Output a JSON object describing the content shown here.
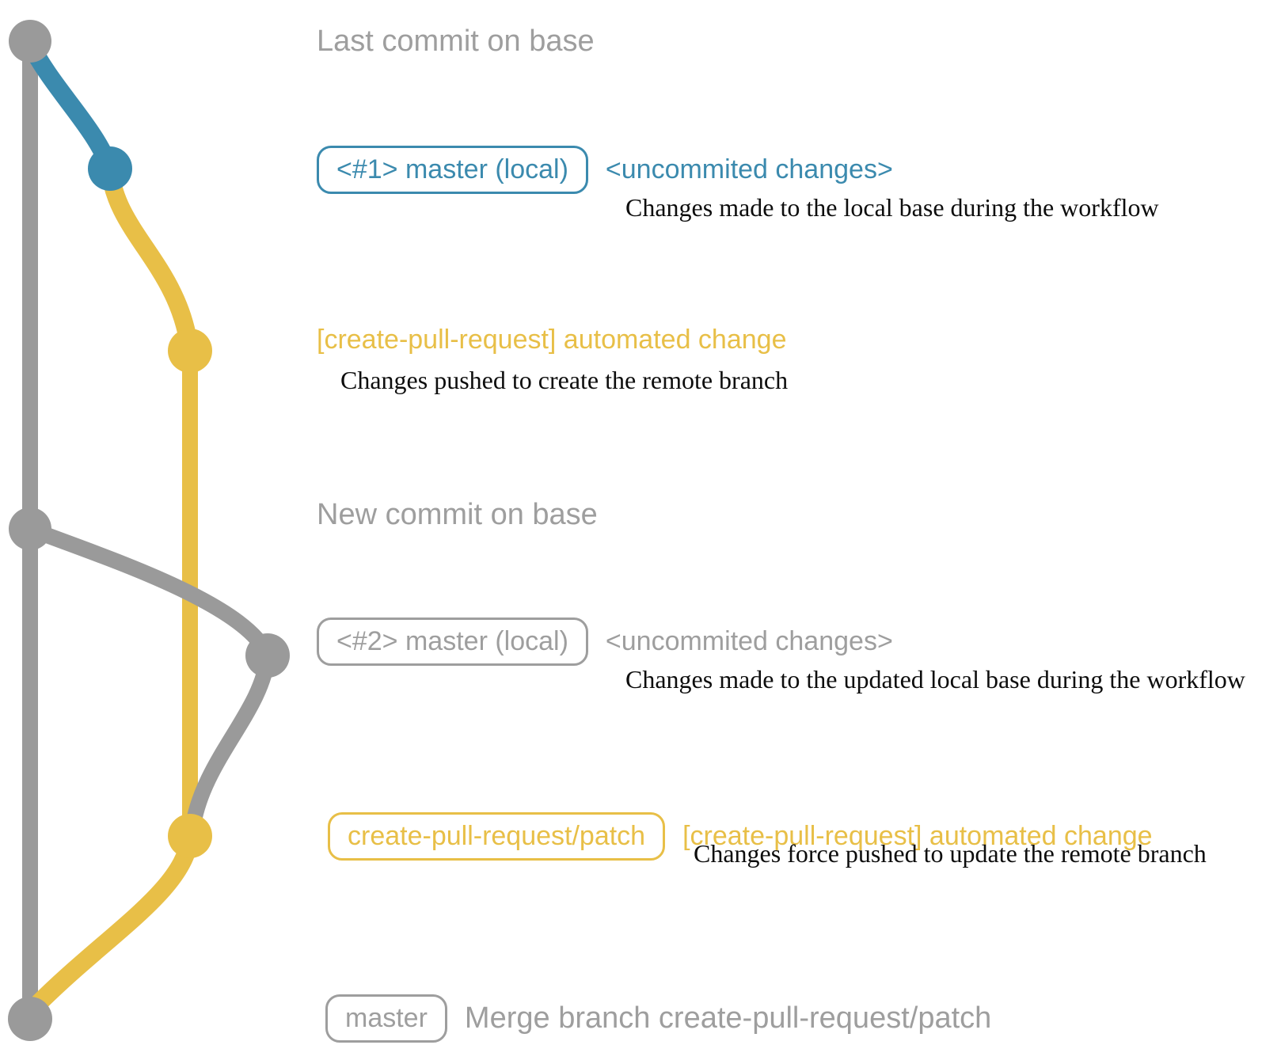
{
  "colors": {
    "gray": "#9a9a9a",
    "gray_text": "#9e9e9e",
    "blue": "#3b8aae",
    "yellow": "#e8bf47",
    "black": "#0d0d0d"
  },
  "graph": {
    "type": "git-commit-graph",
    "branch_colors": {
      "base_branch": "#9a9a9a",
      "local_master_branch": "#3b8aae",
      "create_pull_request_patch_branch": "#e8bf47"
    },
    "commit_dots": [
      {
        "id": "last-commit-on-base",
        "branch": "base",
        "color_key": "gray"
      },
      {
        "id": "uncommitted-changes-1",
        "branch": "local-master",
        "color_key": "blue"
      },
      {
        "id": "automated-change-1",
        "branch": "create-pull-request-patch",
        "color_key": "yellow"
      },
      {
        "id": "new-commit-on-base",
        "branch": "base",
        "color_key": "gray"
      },
      {
        "id": "uncommitted-changes-2",
        "branch": "local-master",
        "color_key": "gray"
      },
      {
        "id": "automated-change-2",
        "branch": "create-pull-request-patch",
        "color_key": "yellow"
      },
      {
        "id": "merge-commit",
        "branch": "base",
        "color_key": "gray"
      }
    ]
  },
  "annotations": {
    "row1": {
      "label": "Last commit on base"
    },
    "row2": {
      "badge": "<#1> master (local)",
      "title": "<uncommited changes>",
      "caption": "Changes made to the local base during the workflow"
    },
    "row3": {
      "title": "[create-pull-request] automated change",
      "caption": "Changes pushed to create the remote branch"
    },
    "row4": {
      "label": "New commit on base"
    },
    "row5": {
      "badge": "<#2> master (local)",
      "title": "<uncommited changes>",
      "caption": "Changes made to the updated local base during the workflow"
    },
    "row6": {
      "badge": "create-pull-request/patch",
      "title": "[create-pull-request] automated change",
      "caption": "Changes force pushed to update the remote branch"
    },
    "row7": {
      "badge": "master",
      "title": "Merge branch create-pull-request/patch"
    }
  }
}
